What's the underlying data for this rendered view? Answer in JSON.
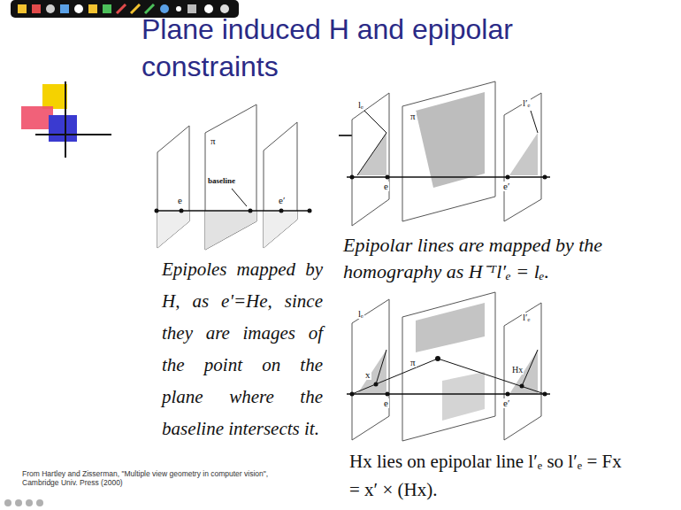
{
  "diagram": {
    "title": "Plane induced H and epipolar constraints",
    "labels": [
      "Epipoles mapped by H, as e'=He, since they are images of the point on the plane where the baseline intersects it.",
      "Epipolar lines are mapped by the homography as H⁻ᵀl′ₑ = lₑ.",
      "Hx lies on epipolar line l′ₑ so l′ₑ = Fx = x′ × (Hx).",
      "From Hartley and Zisserman, \"Multiple view geometry in computer vision\", Cambridge Univ. Press (2000)",
      "π",
      "baseline",
      "e",
      "e′",
      "π",
      "lₑ",
      "l′ₑ",
      "e",
      "e′",
      "π",
      "lₑ",
      "l′ₑ",
      "x",
      "Hx",
      "e",
      "e′"
    ]
  }
}
